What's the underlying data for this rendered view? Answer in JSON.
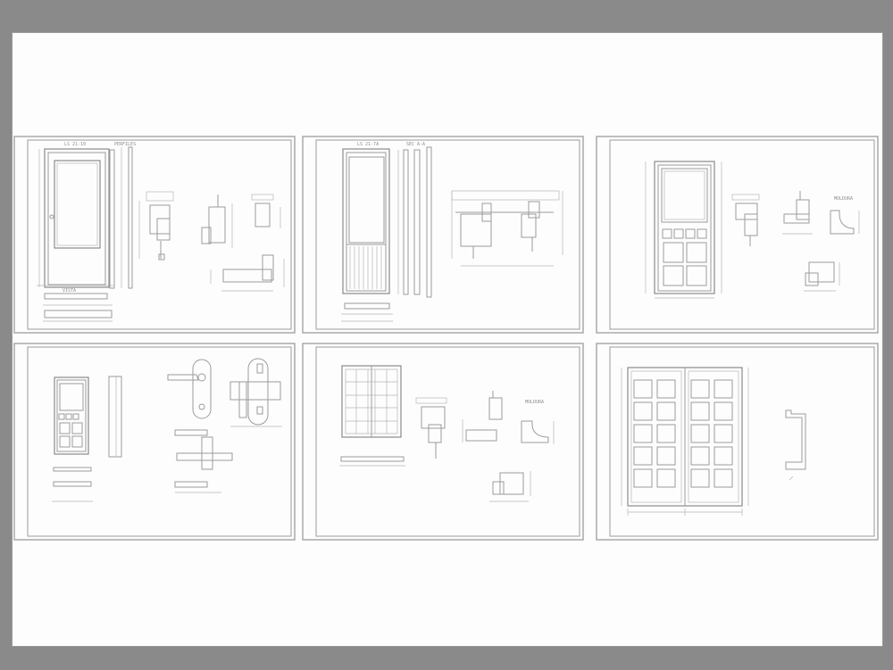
{
  "viewer": {
    "background": "#8a8a8a",
    "sheet_color": "#fdfdfd",
    "line_color": "#9c9c9c"
  },
  "sheets": [
    {
      "label_title": "LS 21-10",
      "label_side": "PERFILES",
      "label_bottom": "VISTA"
    },
    {
      "label_title": "LS 21-7A",
      "label_side": "SEC A-A"
    },
    {
      "label_title": "",
      "label_side": "MOLDURA"
    },
    {
      "label_title": ""
    },
    {
      "label_title": "",
      "label_side": "MOLDURA"
    },
    {
      "label_title": ""
    }
  ]
}
